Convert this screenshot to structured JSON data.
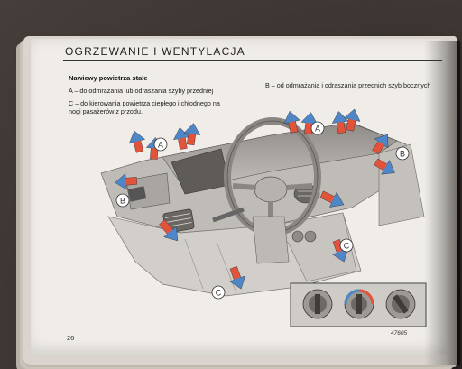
{
  "page": {
    "title": "OGRZEWANIE I WENTYLACJA",
    "subheading": "Nawiewy powietrza stałe",
    "item_a": "A – do odmrażania lub odraszania szyby przedniej",
    "item_c": "C – do kierowania powietrza ciepłego i chłodnego na nogi pasażerów z przodu.",
    "item_b": "B – od odmrażania i odraszania przednich szyb bocznych",
    "page_number": "26",
    "figure_number": "47605"
  },
  "callouts": {
    "a1": "A",
    "a2": "A",
    "b1": "B",
    "b2": "B",
    "c1": "C",
    "c2": "C"
  },
  "colors": {
    "warm_air": "#e2533a",
    "cool_air": "#4f86c8",
    "dashboard": "#c9c6c1",
    "dashboard_shade": "#9c9893",
    "page_paper": "#f0ede8"
  },
  "icons": {
    "air_arrow": "two-tone-arrow",
    "control_knob": "dial"
  }
}
